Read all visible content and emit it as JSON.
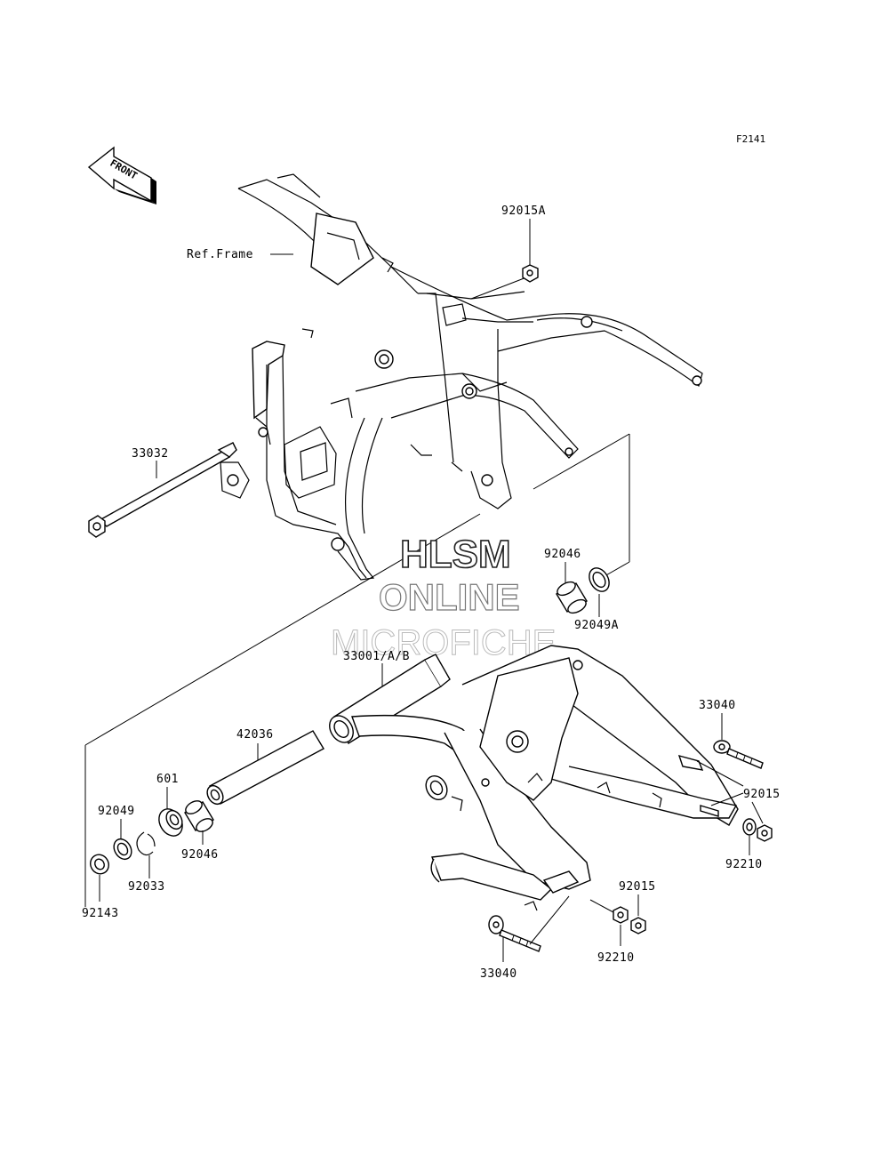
{
  "figure_id": "F2141",
  "front_arrow": "FRONT",
  "ref_frame": "Ref.Frame",
  "watermark": [
    "HLSM",
    "ONLINE",
    "MICROFICHE"
  ],
  "parts": {
    "p92015A": "92015A",
    "p33032": "33032",
    "p92046_top": "92046",
    "p92049A": "92049A",
    "p33001": "33001/A/B",
    "p33040_right": "33040",
    "p92015_right": "92015",
    "p92210_right": "92210",
    "p42036": "42036",
    "p601": "601",
    "p92049": "92049",
    "p92046_bottom": "92046",
    "p92033": "92033",
    "p92143": "92143",
    "p92015_bottom": "92015",
    "p92210_bottom": "92210",
    "p33040_bottom": "33040"
  }
}
